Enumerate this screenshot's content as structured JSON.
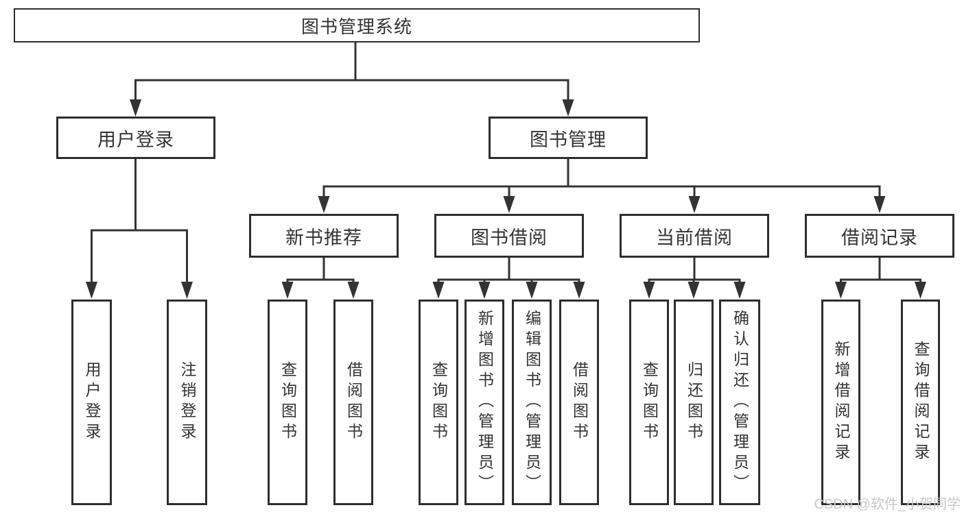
{
  "tree": {
    "label": "图书管理系统",
    "children": [
      {
        "label": "用户登录",
        "children": [
          {
            "label": "用户登录"
          },
          {
            "label": "注销登录"
          }
        ]
      },
      {
        "label": "图书管理",
        "children": [
          {
            "label": "新书推荐",
            "children": [
              {
                "label": "查询图书"
              },
              {
                "label": "借阅图书"
              }
            ]
          },
          {
            "label": "图书借阅",
            "children": [
              {
                "label": "查询图书"
              },
              {
                "label": "新增图书（管理员）"
              },
              {
                "label": "编辑图书（管理员）"
              },
              {
                "label": "借阅图书"
              }
            ]
          },
          {
            "label": "当前借阅",
            "children": [
              {
                "label": "查询图书"
              },
              {
                "label": "归还图书"
              },
              {
                "label": "确认归还（管理员）"
              }
            ]
          },
          {
            "label": "借阅记录",
            "children": [
              {
                "label": "新增借阅记录"
              },
              {
                "label": "查询借阅记录"
              }
            ]
          }
        ]
      }
    ]
  },
  "watermark": {
    "text": "CSDN @软件_小贺同学"
  },
  "colors": {
    "line": "#333333",
    "box_border": "#2e2e2e",
    "text": "#333333",
    "watermark": "#c8c8c8",
    "background": "#ffffff"
  }
}
